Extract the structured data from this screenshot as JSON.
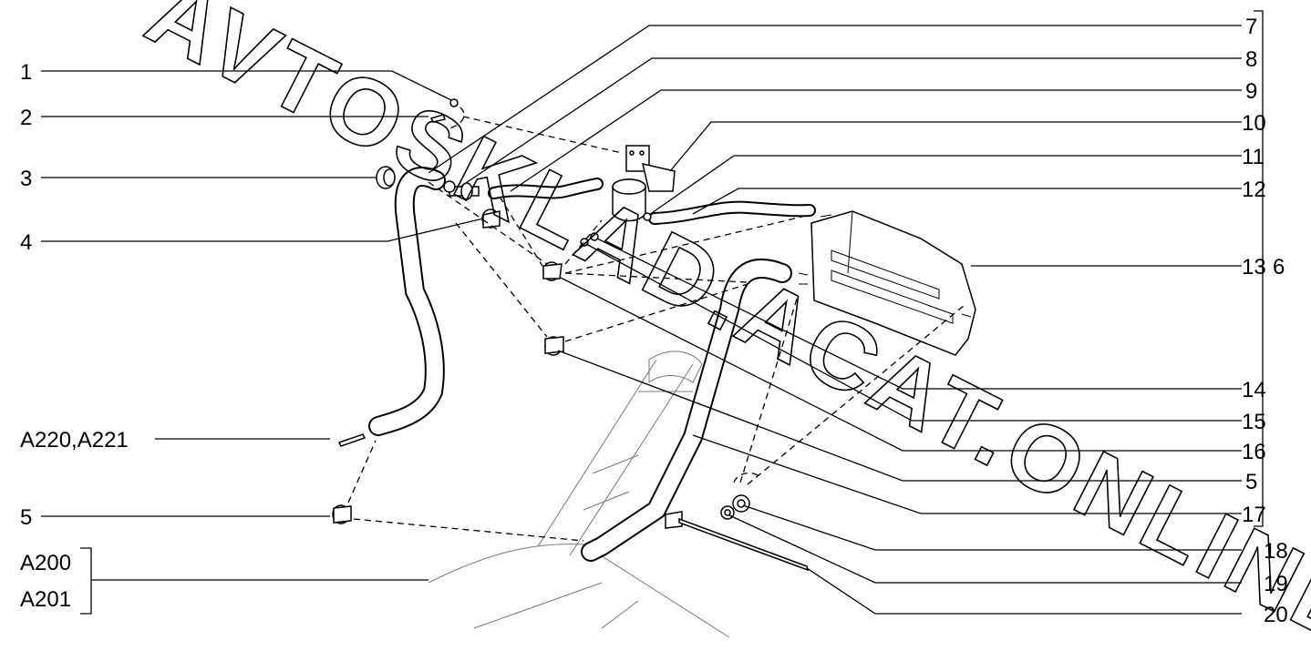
{
  "watermark": "AVTOSKLAD.ACAT.ONLINE",
  "labels": {
    "l1": "1",
    "l2": "2",
    "l3": "3",
    "l4": "4",
    "l5a": "5",
    "l7": "7",
    "l8": "8",
    "l9": "9",
    "l10": "10",
    "l11": "11",
    "l12": "12",
    "l13": "13",
    "l6": "6",
    "l14": "14",
    "l15": "15",
    "l16": "16",
    "l5b": "5",
    "l17": "17",
    "l18": "18",
    "l19": "19",
    "l20": "20",
    "a220": "A220,A221",
    "a200": "A200",
    "a201": "A201"
  }
}
